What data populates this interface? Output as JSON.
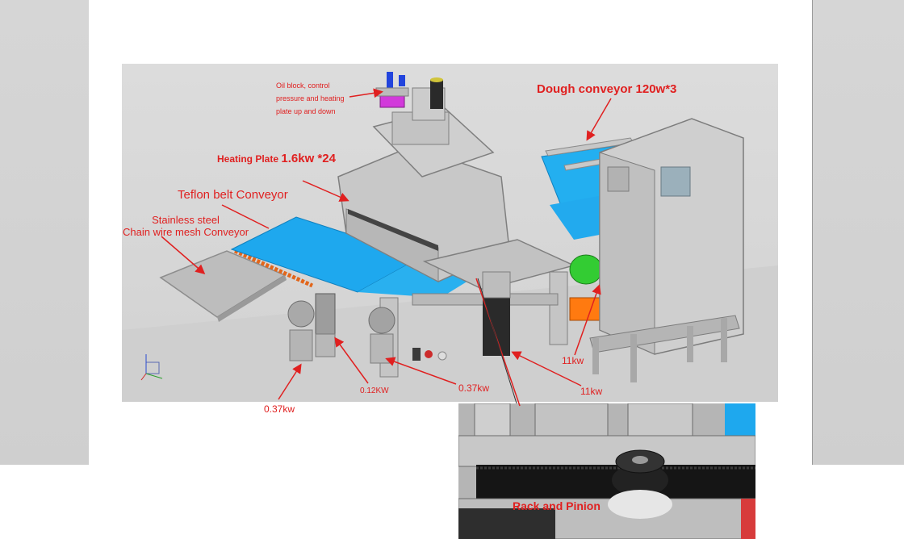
{
  "labels": {
    "oil_block": "Oil block, control pressure and heating plate up and down",
    "dough_conveyor": "Dough conveyor 120w*3",
    "heating_plate_prefix": "Heating Plate",
    "heating_plate_power": "1.6kw *24",
    "teflon_conveyor": "Teflon belt Conveyor",
    "stainless_line1": "Stainless steel",
    "stainless_line2": "Chain wire mesh Conveyor",
    "power_11kw_a": "11kw",
    "power_11kw_b": "11kw",
    "power_037kw_a": "0.37kw",
    "power_012kw": "0.12KW",
    "power_037kw_b": "0.37kw",
    "rack_and_pinion": "Rack and Pinion"
  },
  "colors": {
    "annotation": "#e02020",
    "belt": "#1ea8ee",
    "frame": "#cfcfcf",
    "motor_green": "#33cc33",
    "motor_orange": "#ff7a10",
    "pneumatic_blue": "#2244dd",
    "valve_magenta": "#d23adb"
  }
}
